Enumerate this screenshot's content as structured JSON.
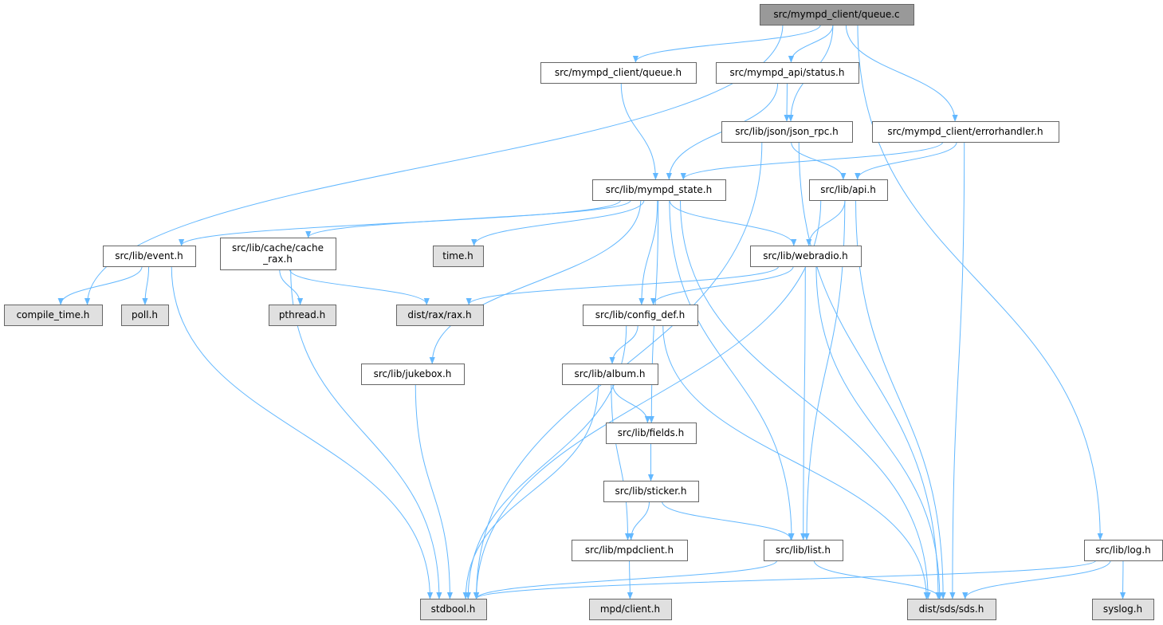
{
  "graph": {
    "root": "queue_c",
    "colors": {
      "root_fill": "#999999",
      "local_fill": "#ffffff",
      "system_fill": "#e0e0e0",
      "edge": "#63b8ff",
      "border": "#666666"
    },
    "nodes": [
      {
        "id": "queue_c",
        "label": [
          "src/mympd_client/queue.c"
        ],
        "kind": "root"
      },
      {
        "id": "queue_h",
        "label": [
          "src/mympd_client/queue.h"
        ],
        "kind": "local"
      },
      {
        "id": "status_h",
        "label": [
          "src/mympd_api/status.h"
        ],
        "kind": "local"
      },
      {
        "id": "json_rpc",
        "label": [
          "src/lib/json/json_rpc.h"
        ],
        "kind": "local"
      },
      {
        "id": "errorhandler",
        "label": [
          "src/mympd_client/errorhandler.h"
        ],
        "kind": "local"
      },
      {
        "id": "mympd_state",
        "label": [
          "src/lib/mympd_state.h"
        ],
        "kind": "local"
      },
      {
        "id": "api",
        "label": [
          "src/lib/api.h"
        ],
        "kind": "local"
      },
      {
        "id": "event",
        "label": [
          "src/lib/event.h"
        ],
        "kind": "local"
      },
      {
        "id": "cache_rax",
        "label": [
          "src/lib/cache/cache",
          "_rax.h"
        ],
        "kind": "local"
      },
      {
        "id": "time",
        "label": [
          "time.h"
        ],
        "kind": "system"
      },
      {
        "id": "webradio",
        "label": [
          "src/lib/webradio.h"
        ],
        "kind": "local"
      },
      {
        "id": "compile_time",
        "label": [
          "compile_time.h"
        ],
        "kind": "system"
      },
      {
        "id": "poll",
        "label": [
          "poll.h"
        ],
        "kind": "system"
      },
      {
        "id": "pthread",
        "label": [
          "pthread.h"
        ],
        "kind": "system"
      },
      {
        "id": "rax",
        "label": [
          "dist/rax/rax.h"
        ],
        "kind": "system"
      },
      {
        "id": "config_def",
        "label": [
          "src/lib/config_def.h"
        ],
        "kind": "local"
      },
      {
        "id": "jukebox",
        "label": [
          "src/lib/jukebox.h"
        ],
        "kind": "local"
      },
      {
        "id": "album",
        "label": [
          "src/lib/album.h"
        ],
        "kind": "local"
      },
      {
        "id": "fields",
        "label": [
          "src/lib/fields.h"
        ],
        "kind": "local"
      },
      {
        "id": "sticker",
        "label": [
          "src/lib/sticker.h"
        ],
        "kind": "local"
      },
      {
        "id": "mpdclient",
        "label": [
          "src/lib/mpdclient.h"
        ],
        "kind": "local"
      },
      {
        "id": "list",
        "label": [
          "src/lib/list.h"
        ],
        "kind": "local"
      },
      {
        "id": "log",
        "label": [
          "src/lib/log.h"
        ],
        "kind": "local"
      },
      {
        "id": "stdbool",
        "label": [
          "stdbool.h"
        ],
        "kind": "system"
      },
      {
        "id": "mpd_client",
        "label": [
          "mpd/client.h"
        ],
        "kind": "system"
      },
      {
        "id": "sds",
        "label": [
          "dist/sds/sds.h"
        ],
        "kind": "system"
      },
      {
        "id": "syslog",
        "label": [
          "syslog.h"
        ],
        "kind": "system"
      }
    ],
    "edges": [
      [
        "queue_c",
        "compile_time"
      ],
      [
        "queue_c",
        "queue_h"
      ],
      [
        "queue_c",
        "status_h"
      ],
      [
        "queue_c",
        "json_rpc"
      ],
      [
        "queue_c",
        "errorhandler"
      ],
      [
        "queue_c",
        "log"
      ],
      [
        "queue_h",
        "mympd_state"
      ],
      [
        "status_h",
        "json_rpc"
      ],
      [
        "status_h",
        "mympd_state"
      ],
      [
        "json_rpc",
        "stdbool"
      ],
      [
        "json_rpc",
        "api"
      ],
      [
        "json_rpc",
        "sds"
      ],
      [
        "errorhandler",
        "mympd_state"
      ],
      [
        "errorhandler",
        "api"
      ],
      [
        "errorhandler",
        "sds"
      ],
      [
        "mympd_state",
        "event"
      ],
      [
        "mympd_state",
        "cache_rax"
      ],
      [
        "mympd_state",
        "time"
      ],
      [
        "mympd_state",
        "jukebox"
      ],
      [
        "mympd_state",
        "config_def"
      ],
      [
        "mympd_state",
        "fields"
      ],
      [
        "mympd_state",
        "list"
      ],
      [
        "mympd_state",
        "webradio"
      ],
      [
        "mympd_state",
        "sds"
      ],
      [
        "api",
        "stdbool"
      ],
      [
        "api",
        "webradio"
      ],
      [
        "api",
        "list"
      ],
      [
        "api",
        "sds"
      ],
      [
        "event",
        "compile_time"
      ],
      [
        "event",
        "poll"
      ],
      [
        "event",
        "stdbool"
      ],
      [
        "cache_rax",
        "stdbool"
      ],
      [
        "cache_rax",
        "pthread"
      ],
      [
        "cache_rax",
        "rax"
      ],
      [
        "webradio",
        "rax"
      ],
      [
        "webradio",
        "config_def"
      ],
      [
        "webradio",
        "list"
      ],
      [
        "webradio",
        "sds"
      ],
      [
        "config_def",
        "stdbool"
      ],
      [
        "config_def",
        "album"
      ],
      [
        "config_def",
        "sds"
      ],
      [
        "jukebox",
        "stdbool"
      ],
      [
        "album",
        "fields"
      ],
      [
        "album",
        "mpdclient"
      ],
      [
        "album",
        "stdbool"
      ],
      [
        "fields",
        "sticker"
      ],
      [
        "sticker",
        "mpdclient"
      ],
      [
        "sticker",
        "list"
      ],
      [
        "mpdclient",
        "mpd_client"
      ],
      [
        "list",
        "stdbool"
      ],
      [
        "list",
        "sds"
      ],
      [
        "log",
        "stdbool"
      ],
      [
        "log",
        "sds"
      ],
      [
        "log",
        "syslog"
      ]
    ]
  }
}
